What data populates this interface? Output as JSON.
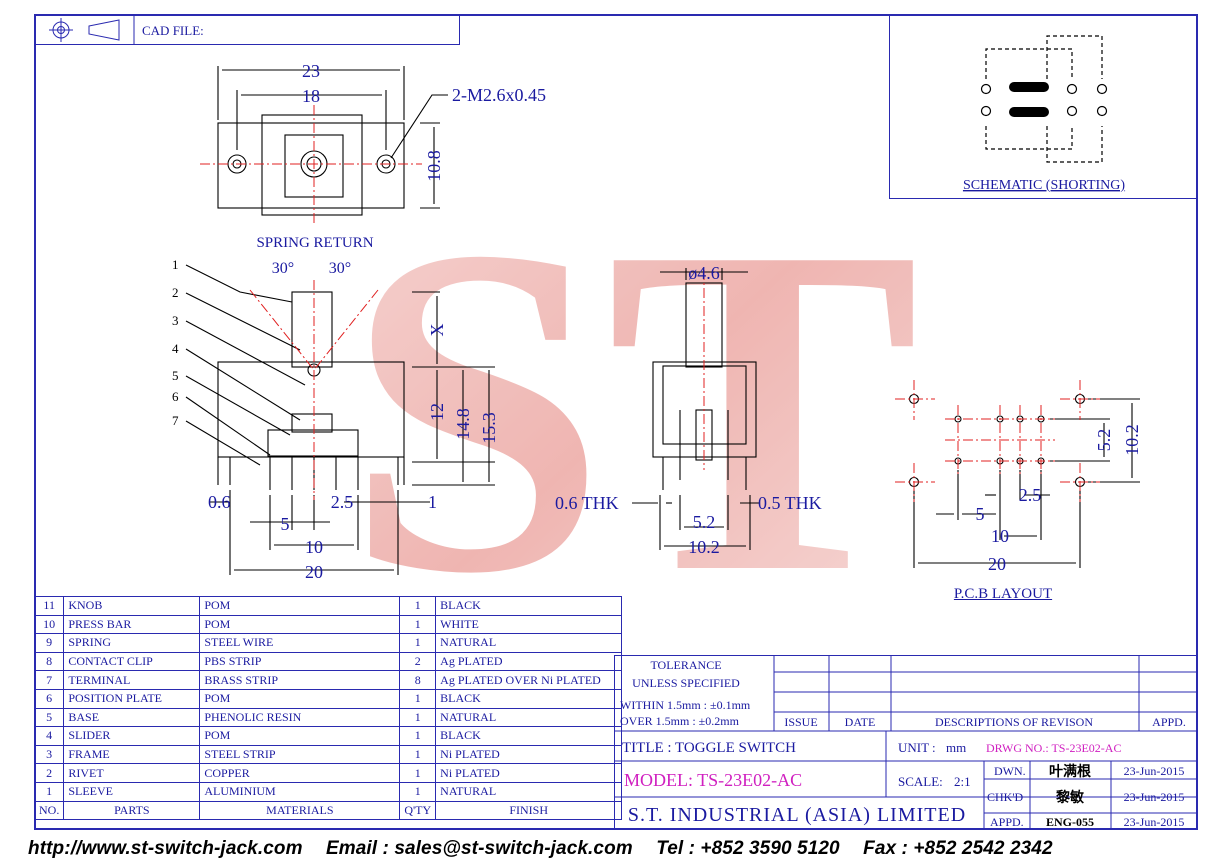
{
  "header": {
    "cad_file_label": "CAD FILE:"
  },
  "schematic": {
    "title": "SCHEMATIC (SHORTING)"
  },
  "pcb_layout": {
    "title": "P.C.B LAYOUT",
    "dims": [
      "5.2",
      "10.2",
      "2.5",
      "5",
      "10",
      "20"
    ]
  },
  "top_view": {
    "dims": [
      "23",
      "18",
      "10.8"
    ],
    "thread": "2-M2.6x0.45"
  },
  "front_view": {
    "title": "SPRING RETURN",
    "angles": [
      "30°",
      "30°"
    ],
    "callouts": [
      "1",
      "2",
      "3",
      "4",
      "5",
      "6",
      "7"
    ],
    "dims": [
      "X",
      "12",
      "14.8",
      "15.3",
      "0.6",
      "2.5",
      "1",
      "5",
      "10",
      "20"
    ]
  },
  "side_view": {
    "dims": [
      "ø4.6",
      "0.6 THK",
      "0.5 THK",
      "5.2",
      "10.2"
    ]
  },
  "watermark": "ST",
  "bom": {
    "headers": [
      "NO.",
      "PARTS",
      "MATERIALS",
      "Q'TY",
      "FINISH"
    ],
    "rows": [
      {
        "no": "11",
        "part": "KNOB",
        "material": "POM",
        "qty": "1",
        "finish": "BLACK"
      },
      {
        "no": "10",
        "part": "PRESS BAR",
        "material": "POM",
        "qty": "1",
        "finish": "WHITE"
      },
      {
        "no": "9",
        "part": "SPRING",
        "material": "STEEL WIRE",
        "qty": "1",
        "finish": "NATURAL"
      },
      {
        "no": "8",
        "part": "CONTACT CLIP",
        "material": "PBS STRIP",
        "qty": "2",
        "finish": "Ag PLATED"
      },
      {
        "no": "7",
        "part": "TERMINAL",
        "material": "BRASS STRIP",
        "qty": "8",
        "finish": "Ag PLATED OVER Ni PLATED"
      },
      {
        "no": "6",
        "part": "POSITION PLATE",
        "material": "POM",
        "qty": "1",
        "finish": "BLACK"
      },
      {
        "no": "5",
        "part": "BASE",
        "material": "PHENOLIC RESIN",
        "qty": "1",
        "finish": "NATURAL"
      },
      {
        "no": "4",
        "part": "SLIDER",
        "material": "POM",
        "qty": "1",
        "finish": "BLACK"
      },
      {
        "no": "3",
        "part": "FRAME",
        "material": "STEEL STRIP",
        "qty": "1",
        "finish": "Ni PLATED"
      },
      {
        "no": "2",
        "part": "RIVET",
        "material": "COPPER",
        "qty": "1",
        "finish": "Ni PLATED"
      },
      {
        "no": "1",
        "part": "SLEEVE",
        "material": "ALUMINIUM",
        "qty": "1",
        "finish": "NATURAL"
      }
    ]
  },
  "tolerance": {
    "title": "TOLERANCE",
    "subtitle": "UNLESS SPECIFIED",
    "within": "WITHIN 1.5mm : ±0.1mm",
    "over": "OVER 1.5mm : ±0.2mm"
  },
  "revision": {
    "issue": "ISSUE",
    "date": "DATE",
    "description": "DESCRIPTIONS OF REVISON",
    "approved": "APPD."
  },
  "title_block": {
    "title": "TITLE : TOGGLE SWITCH",
    "unit_label": "UNIT :",
    "unit": "mm",
    "drwg_no": "DRWG NO.: TS-23E02-AC",
    "model": "MODEL: TS-23E02-AC",
    "scale_label": "SCALE:",
    "scale": "2:1",
    "company": "S.T. INDUSTRIAL (ASIA) LIMITED",
    "dwn_label": "DWN.",
    "dwn_name": "叶满根",
    "dwn_date": "23-Jun-2015",
    "chkd_label": "CHK'D",
    "chkd_name": "黎敏",
    "chkd_date": "23-Jun-2015",
    "appd_label": "APPD.",
    "appd_name": "ENG-055",
    "appd_date": "23-Jun-2015"
  },
  "footer": {
    "url": "http://www.st-switch-jack.com",
    "email": "Email : sales@st-switch-jack.com",
    "tel": "Tel : +852 3590 5120",
    "fax": "Fax : +852 2542 2342"
  }
}
